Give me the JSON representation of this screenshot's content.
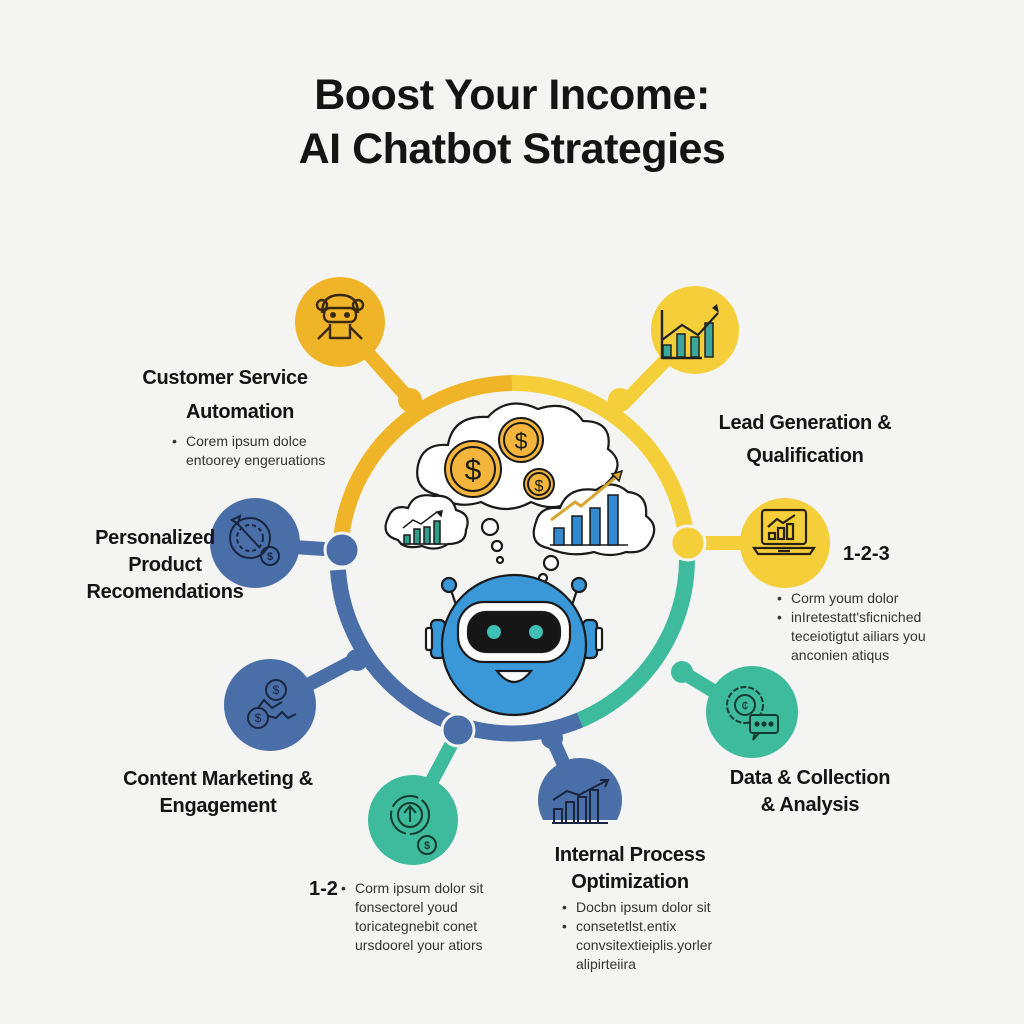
{
  "title": {
    "line1": "Boost Your Income:",
    "line2": "AI Chatbot Strategies"
  },
  "colors": {
    "background": "#f4f4f3",
    "orange": "#f0b429",
    "yellow": "#f5cf3a",
    "blue": "#4a6fa8",
    "teal": "#3dbb9c",
    "robot_blue": "#3a98d8",
    "coin": "#f3b53b",
    "chart_teal": "#2e9e8a",
    "chart_blue": "#3289d0"
  },
  "center": {
    "icon": "robot-thinking-money-icon",
    "thought_bubbles": [
      {
        "icon": "coins-dollar-icon",
        "coins": [
          "$",
          "$",
          "$"
        ]
      },
      {
        "icon": "small-bar-chart-up-icon"
      },
      {
        "icon": "large-bar-chart-up-icon"
      }
    ]
  },
  "strategies": [
    {
      "id": "customer-service",
      "title_lines": [
        "Customer Service",
        "Automation"
      ],
      "icon": "robot-assistant-icon",
      "color": "#f0b429",
      "bullets": [
        "Corem ipsum dolce",
        "entoorey engeruations"
      ],
      "bullet_marks": [
        true,
        false
      ]
    },
    {
      "id": "lead-generation",
      "title_lines": [
        "Lead Generation &",
        "Qualification"
      ],
      "icon": "growth-chart-icon",
      "color": "#f5cf3a",
      "bullets": []
    },
    {
      "id": "upsell-123",
      "number": "1-2-3",
      "icon": "laptop-chart-icon",
      "color": "#f5cf3a",
      "bullets": [
        "Corm youm dolor",
        "inIretestatt'sficniched",
        "teceiotigtut ailiars you",
        "anconien atiqus"
      ],
      "bullet_marks": [
        true,
        true,
        false,
        false
      ]
    },
    {
      "id": "personalized",
      "title_lines": [
        "Personalized",
        "Product",
        "Recomendations"
      ],
      "icon": "target-dollar-icon",
      "color": "#4a6fa8",
      "bullets": []
    },
    {
      "id": "content-marketing",
      "title_lines": [
        "Content Marketing &",
        "Engagement"
      ],
      "icon": "dollar-network-icon",
      "color": "#4a6fa8",
      "bullets": []
    },
    {
      "id": "step-12",
      "number": "1-2",
      "icon": "growth-cycle-dollar-icon",
      "color": "#3dbb9c",
      "bullets": [
        "Corm ipsum dolor sit",
        "fonsectorel youd",
        "toricategnebit conet",
        "ursdoorel your atiors"
      ],
      "bullet_marks": [
        true,
        false,
        false,
        false
      ]
    },
    {
      "id": "internal-process",
      "title_lines": [
        "Internal Process",
        "Optimization"
      ],
      "icon": "bar-chart-up-icon",
      "color": "#4a6fa8",
      "bullets": [
        "Docbn ipsum dolor sit",
        "consetetlst.entix",
        "convsitextieiplis.yorler",
        "alipirteiira"
      ],
      "bullet_marks": [
        true,
        true,
        false,
        false
      ]
    },
    {
      "id": "data-collection",
      "title_lines": [
        "Data & Collection",
        "& Analysis"
      ],
      "icon": "dial-chat-icon",
      "color": "#3dbb9c",
      "bullets": []
    }
  ]
}
